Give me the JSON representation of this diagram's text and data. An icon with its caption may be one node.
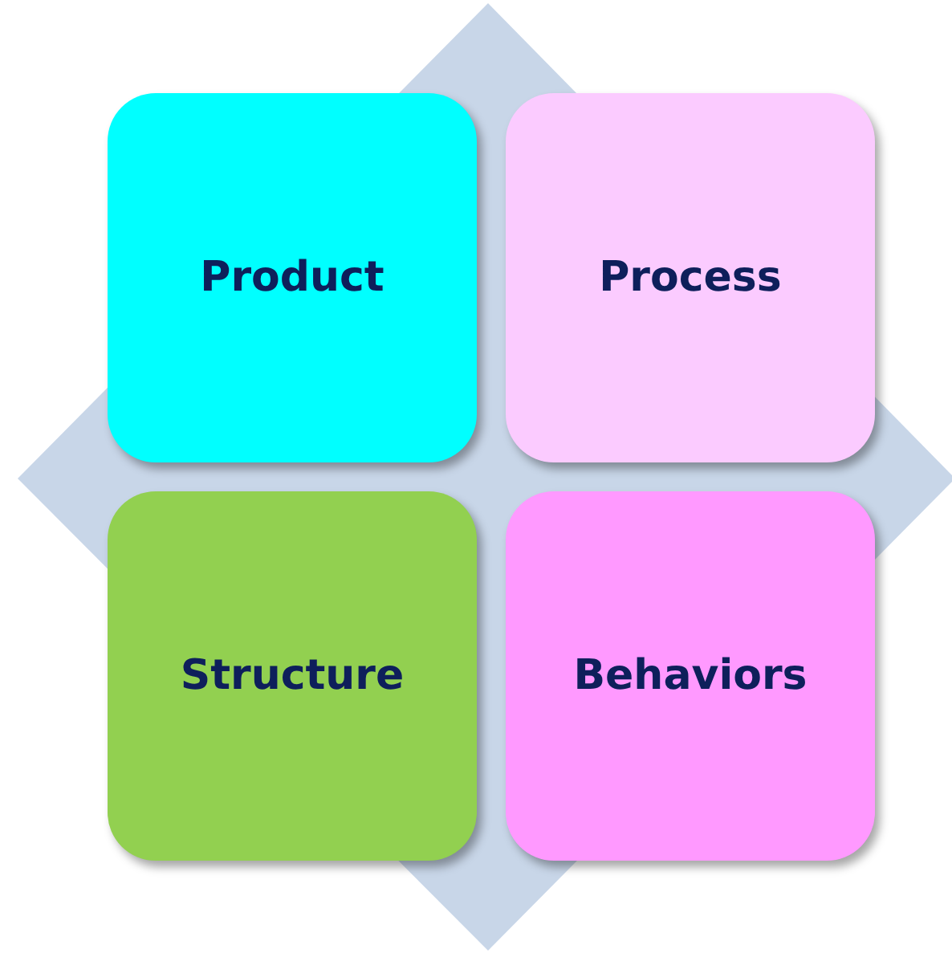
{
  "diagram": {
    "nodes": [
      {
        "text": [
          "Product"
        ]
      },
      {
        "text": [
          "Process"
        ]
      },
      {
        "text": [
          "Structure"
        ]
      },
      {
        "text": [
          "Behaviors"
        ]
      }
    ]
  }
}
